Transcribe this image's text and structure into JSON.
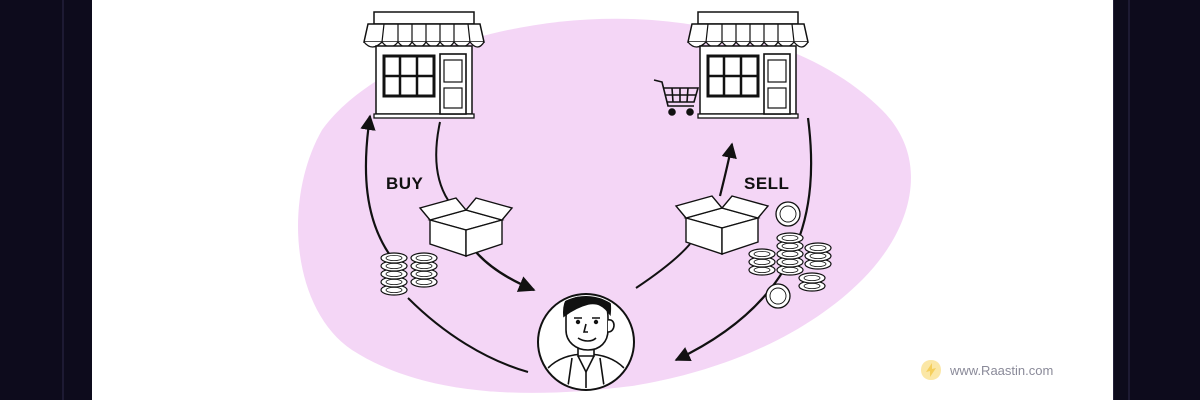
{
  "diagram": {
    "buy_label": "BUY",
    "sell_label": "SELL",
    "watermark_text": "www.Raastin.com"
  },
  "colors": {
    "blob": "#f4d6f6",
    "stroke": "#111111",
    "frame": "#0d0b1c",
    "logo": "#f5cf5c"
  }
}
